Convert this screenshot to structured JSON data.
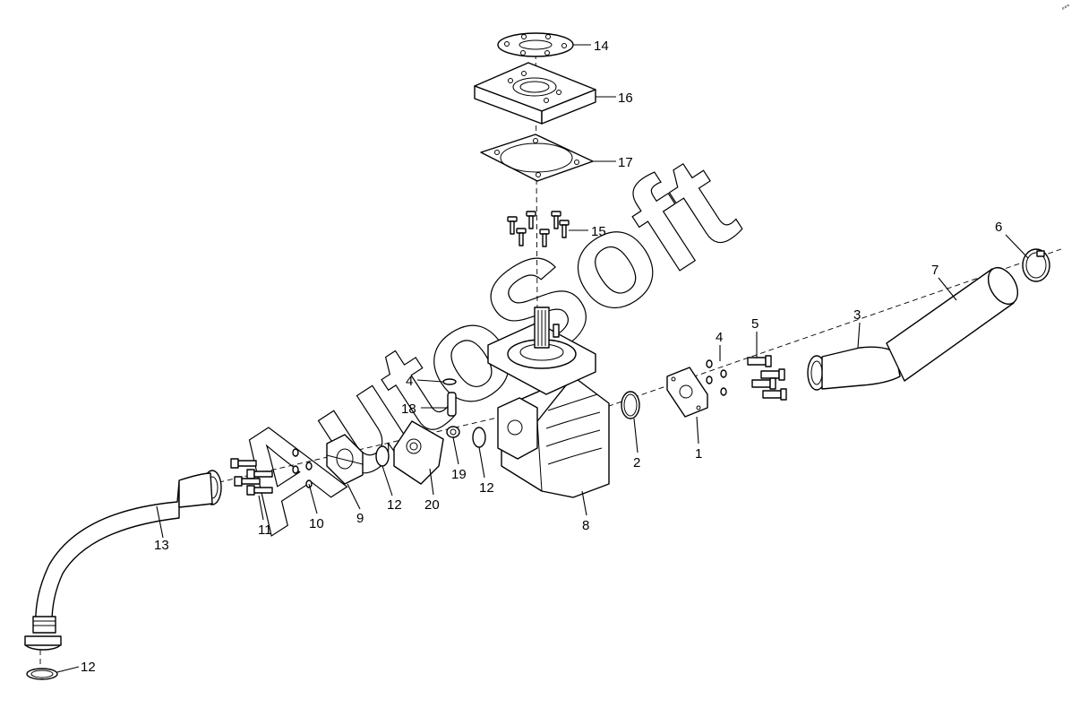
{
  "watermark": "AutoSoft",
  "corner_mark": "°°°",
  "callouts": {
    "c1": "1",
    "c2": "2",
    "c3": "3",
    "c4a": "4",
    "c4b": "4",
    "c5": "5",
    "c6": "6",
    "c7": "7",
    "c8": "8",
    "c9": "9",
    "c10": "10",
    "c11": "11",
    "c12a": "12",
    "c12b": "12",
    "c12c": "12",
    "c13": "13",
    "c14": "14",
    "c15": "15",
    "c16": "16",
    "c17": "17",
    "c18": "18",
    "c19": "19",
    "c20": "20"
  }
}
